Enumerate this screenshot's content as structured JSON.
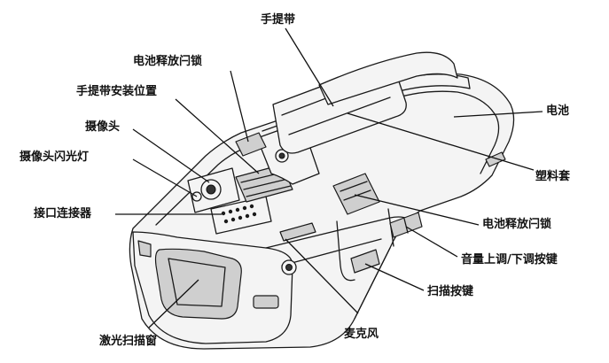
{
  "labels": {
    "hand_strap": "手提带",
    "battery_release_latch_top": "电池释放闩锁",
    "hand_strap_mount": "手提带安装位置",
    "camera": "摄像头",
    "camera_flash": "摄像头闪光灯",
    "interface_connector": "接口连接器",
    "battery": "电池",
    "plastic_sleeve": "塑料套",
    "battery_release_latch_side": "电池释放闩锁",
    "volume_buttons": "音量上调/下调按键",
    "scan_button": "扫描按键",
    "microphone": "麦克风",
    "scan_window": "激光扫描窗"
  },
  "colors": {
    "stroke": "#1a1a1a",
    "body_fill": "#f4f4f4",
    "shade_fill": "#cfcfcf",
    "label_text": "#111111"
  }
}
